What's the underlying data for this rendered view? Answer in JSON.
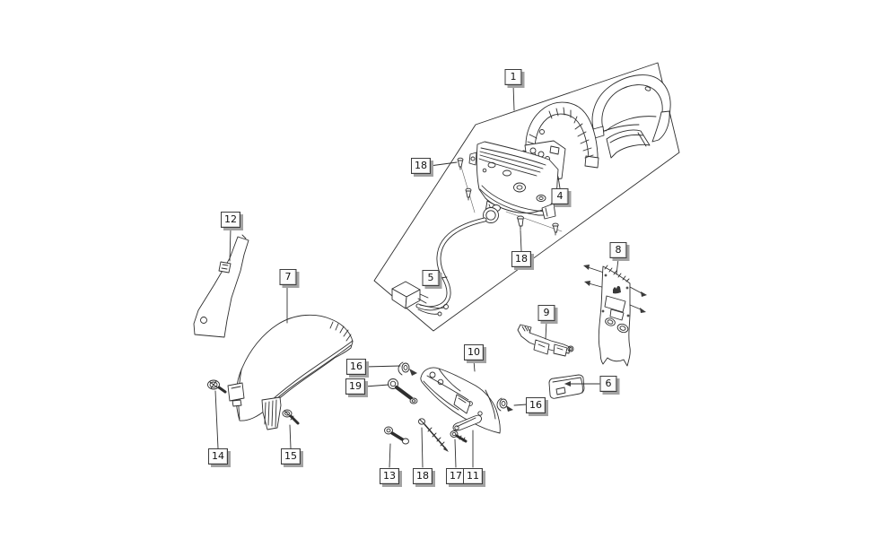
{
  "figure_type": "exploded-parts-diagram",
  "colors": {
    "background": "#ffffff",
    "line_art": "#2e2e2e",
    "callout_bg": "#fcfcfc",
    "callout_border": "#3d3d3d",
    "callout_shadow": "#a2a2a2",
    "callout_text": "#111111"
  },
  "callouts": [
    {
      "label": "1"
    },
    {
      "label": "18"
    },
    {
      "label": "4"
    },
    {
      "label": "12"
    },
    {
      "label": "8"
    },
    {
      "label": "18"
    },
    {
      "label": "7"
    },
    {
      "label": "5"
    },
    {
      "label": "9"
    },
    {
      "label": "10"
    },
    {
      "label": "16"
    },
    {
      "label": "6"
    },
    {
      "label": "19"
    },
    {
      "label": "16"
    },
    {
      "label": "14"
    },
    {
      "label": "15"
    },
    {
      "label": "13"
    },
    {
      "label": "18"
    },
    {
      "label": "17"
    },
    {
      "label": "11"
    }
  ],
  "parts": [
    {
      "callout": "1",
      "name": "tail-light-assembly-group"
    },
    {
      "callout": "4",
      "name": "bulb-holder-panel"
    },
    {
      "callout": "5",
      "name": "wiring-harness-connector"
    },
    {
      "callout": "6",
      "name": "reflector-lens"
    },
    {
      "callout": "7",
      "name": "rear-fender"
    },
    {
      "callout": "8",
      "name": "mud-flap"
    },
    {
      "callout": "9",
      "name": "support-bracket"
    },
    {
      "callout": "10",
      "name": "plate-holder-shell"
    },
    {
      "callout": "11",
      "name": "trim-strip"
    },
    {
      "callout": "12",
      "name": "mounting-plate"
    },
    {
      "callout": "13",
      "name": "bolt"
    },
    {
      "callout": "14",
      "name": "flat-head-screw"
    },
    {
      "callout": "15",
      "name": "screw"
    },
    {
      "callout": "16",
      "name": "flanged-nut"
    },
    {
      "callout": "17",
      "name": "screw-short"
    },
    {
      "callout": "18",
      "name": "tapping-screw"
    },
    {
      "callout": "19",
      "name": "hex-bolt"
    }
  ]
}
